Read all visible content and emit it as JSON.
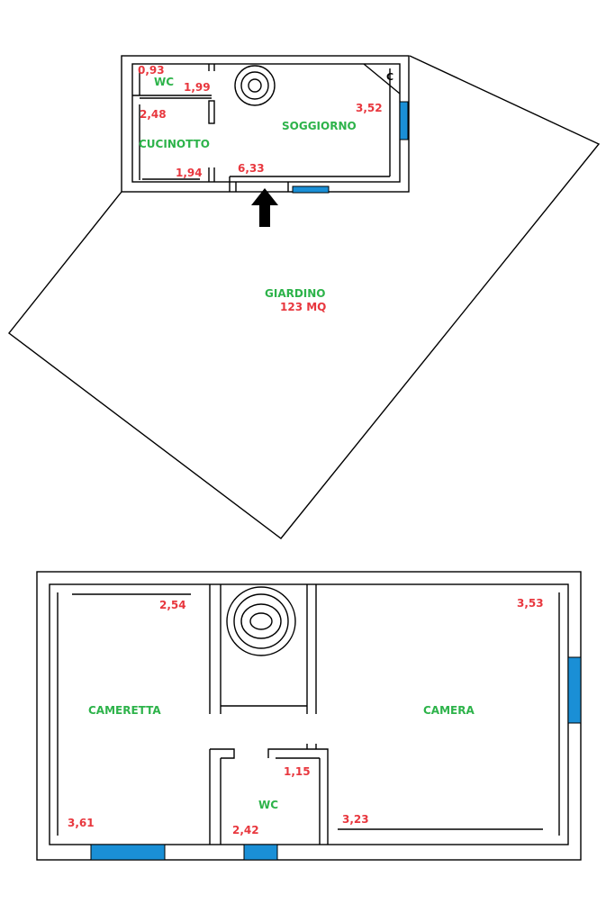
{
  "colors": {
    "room_label": "#2db34a",
    "dimension": "#e8373e",
    "window": "#1a8fd6",
    "wall": "#000000"
  },
  "ground_floor": {
    "rooms": {
      "wc": "WC",
      "cucinotto": "CUCINOTTO",
      "soggiorno": "SOGGIORNO",
      "giardino": "GIARDINO"
    },
    "closet_mark": "C",
    "garden_area": "123 MQ",
    "dimensions": {
      "wc_width": "0,93",
      "wc_length": "1,99",
      "cucinotto_width": "2,48",
      "cucinotto_length": "1,94",
      "soggiorno_length": "6,33",
      "soggiorno_width": "3,52"
    },
    "icons": {
      "entrance": "arrow-up-icon",
      "stairs": "spiral-stair-icon"
    }
  },
  "upper_floor": {
    "rooms": {
      "cameretta": "CAMERETTA",
      "camera": "CAMERA",
      "wc": "WC"
    },
    "dimensions": {
      "cameretta_top": "2,54",
      "cameretta_side": "3,61",
      "camera_side": "3,53",
      "camera_bottom": "3,23",
      "wc_width": "1,15",
      "wc_length": "2,42"
    },
    "icons": {
      "stairs": "spiral-stair-icon"
    }
  }
}
